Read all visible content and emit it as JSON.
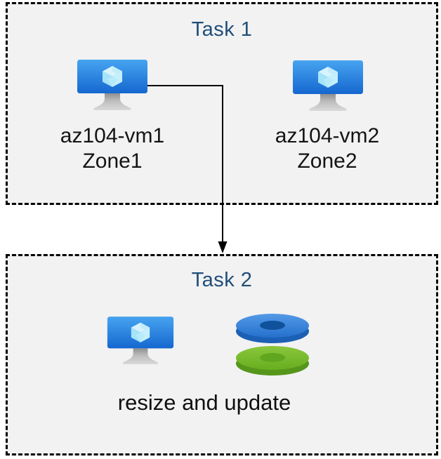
{
  "page": {
    "background": "#ffffff"
  },
  "colors": {
    "box_background": "#f2f2f2",
    "box_border": "#000000",
    "title_text": "#1f4e79",
    "label_text": "#141414",
    "arrow": "#000000",
    "vm_monitor_gradient_top": "#47a4f0",
    "vm_monitor_gradient_bottom": "#1567cf",
    "vm_cube_top": "#d8f3fd",
    "vm_cube_left": "#a5e3f8",
    "vm_cube_right": "#c6effc",
    "vm_stand_gray": "#c0c0c0",
    "disk_blue_top": "#3a84dc",
    "disk_blue_side": "#1b60b5",
    "disk_blue_hole": "#10519b",
    "disk_green_top": "#74ba2a",
    "disk_green_side": "#55961b",
    "disk_green_hole": "#61a61f"
  },
  "task1": {
    "title": "Task 1",
    "vms": [
      {
        "name": "az104-vm1",
        "zone": "Zone1",
        "icon": "azure-vm-icon"
      },
      {
        "name": "az104-vm2",
        "zone": "Zone2",
        "icon": "azure-vm-icon"
      }
    ]
  },
  "task2": {
    "title": "Task 2",
    "caption": "resize and update",
    "icons": [
      "azure-vm-icon",
      "azure-disks-icon"
    ]
  },
  "arrow": {
    "from": "az104-vm1",
    "to": "Task 2"
  }
}
